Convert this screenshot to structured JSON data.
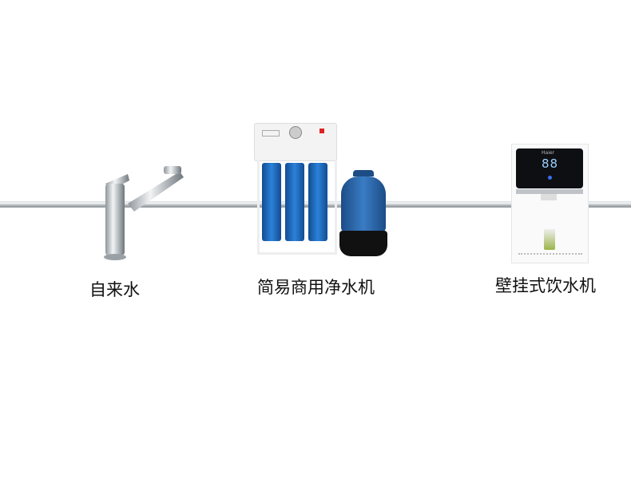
{
  "labels": {
    "tap": "自来水",
    "purifier": "简易商用净水机",
    "dispenser": "壁挂式饮水机"
  },
  "dispenser": {
    "brand": "Haier",
    "display": "88"
  },
  "colors": {
    "filter_blue": "#1f6fc4",
    "tank_blue": "#2a65a8",
    "pipe": "#b0b5b9"
  }
}
